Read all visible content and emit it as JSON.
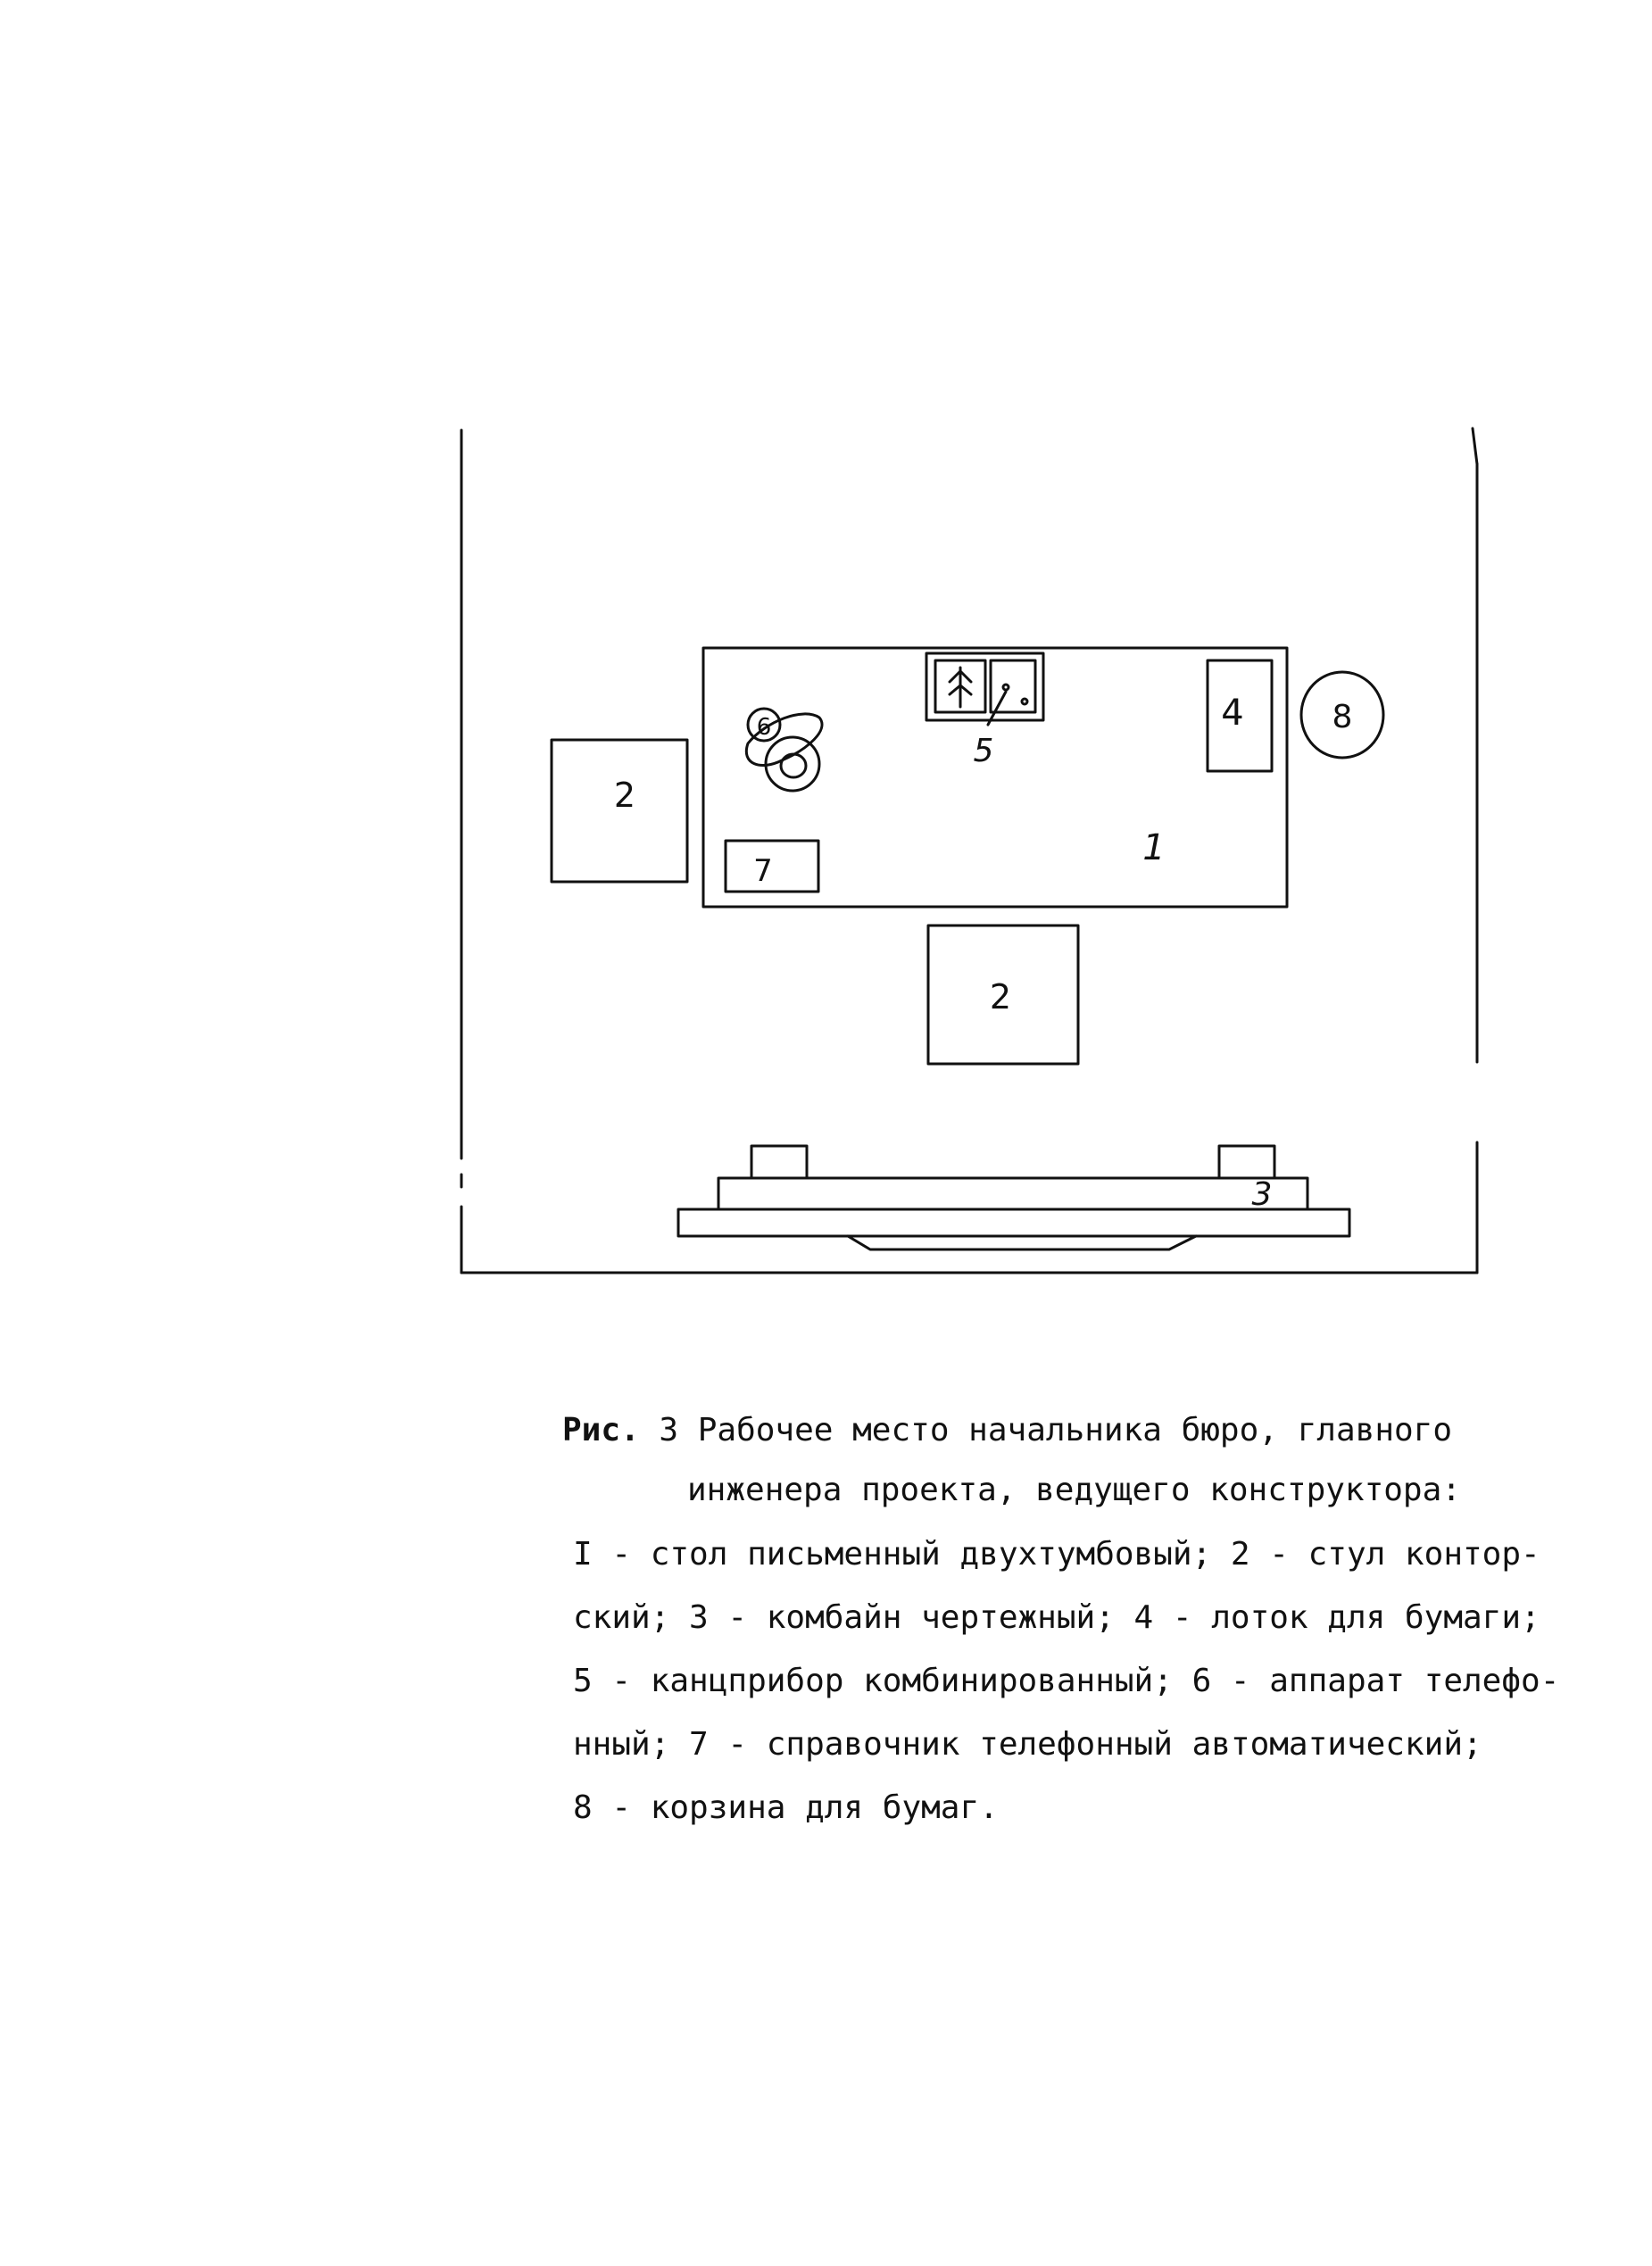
{
  "diagram": {
    "labels": {
      "desk": "1",
      "chair_left": "2",
      "chair_front": "2",
      "drafting_combine": "3",
      "paper_tray": "4",
      "stationery_set": "5",
      "telephone": "6",
      "phone_directory": "7",
      "wastebasket": "8"
    }
  },
  "caption": {
    "fig_label": "Рис.",
    "line1": "3 Рабочее место начальника бюро, главного",
    "line2": "инженера проекта, ведущего конструктора:",
    "line3": "I - стол письменный двухтумбовый; 2 - стул контор-",
    "line4": "ский; 3 - комбайн чертежный; 4 - лоток для бумаги;",
    "line5": "5 - канцприбор комбинированный; 6 - аппарат телефо-",
    "line6": "нный; 7 - справочник телефонный автоматический;",
    "line7": "8 - корзина для бумаг."
  }
}
